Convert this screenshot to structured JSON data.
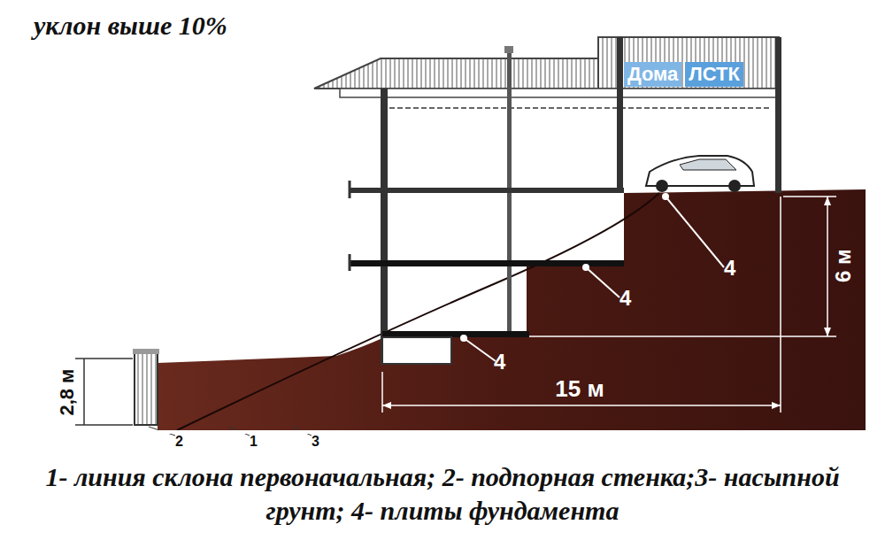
{
  "diagram": {
    "title": "уклон выше 10%",
    "caption": "1- линия склона первоначальная; 2- подпорная стенка;3- насыпной грунт; 4- плиты фундамента",
    "labels": [
      "Дома",
      "ЛСТК",
      "4",
      "4",
      "4",
      "6 м",
      "15 м",
      "2,8 м",
      "2",
      "1",
      "3"
    ]
  }
}
